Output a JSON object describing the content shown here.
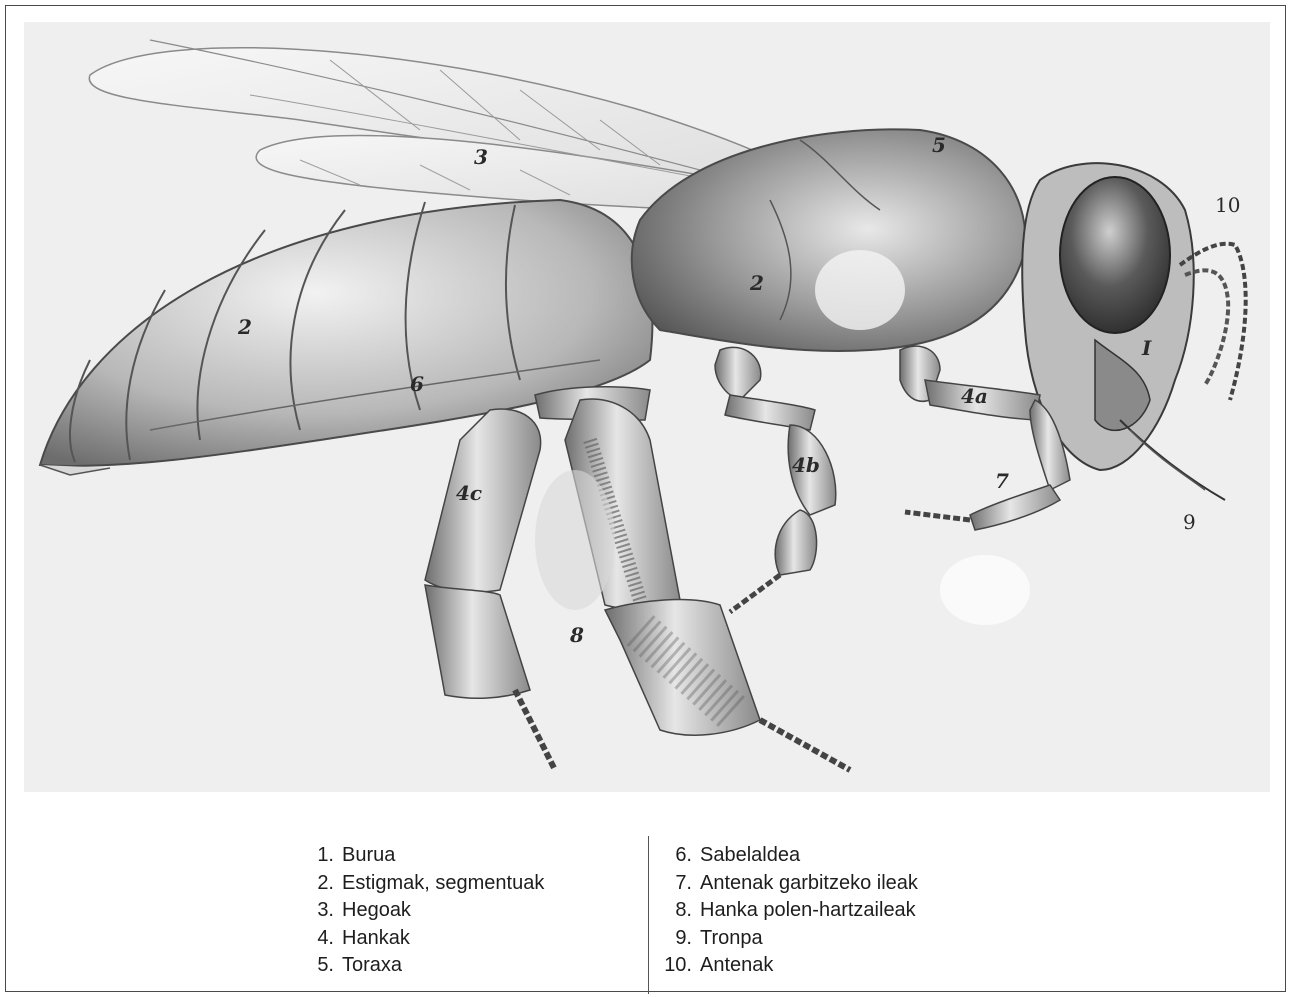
{
  "labels": {
    "l10": "10",
    "l5": "5",
    "l3": "3",
    "l2a": "2",
    "l2b": "2",
    "l1": "I",
    "l6": "6",
    "l4a": "4a",
    "l4b": "4b",
    "l4c": "4c",
    "l7": "7",
    "l8": "8",
    "l9": "9"
  },
  "legend": {
    "left": [
      {
        "num": "1.",
        "text": "Burua"
      },
      {
        "num": "2.",
        "text": "Estigmak, segmentuak"
      },
      {
        "num": "3.",
        "text": "Hegoak"
      },
      {
        "num": "4.",
        "text": "Hankak"
      },
      {
        "num": "5.",
        "text": "Toraxa"
      }
    ],
    "right": [
      {
        "num": "6.",
        "text": "Sabelaldea"
      },
      {
        "num": "7.",
        "text": "Antenak garbitzeko ileak"
      },
      {
        "num": "8.",
        "text": "Hanka polen-hartzaileak"
      },
      {
        "num": "9.",
        "text": "Tronpa"
      },
      {
        "num": "10.",
        "text": "Antenak"
      }
    ]
  }
}
